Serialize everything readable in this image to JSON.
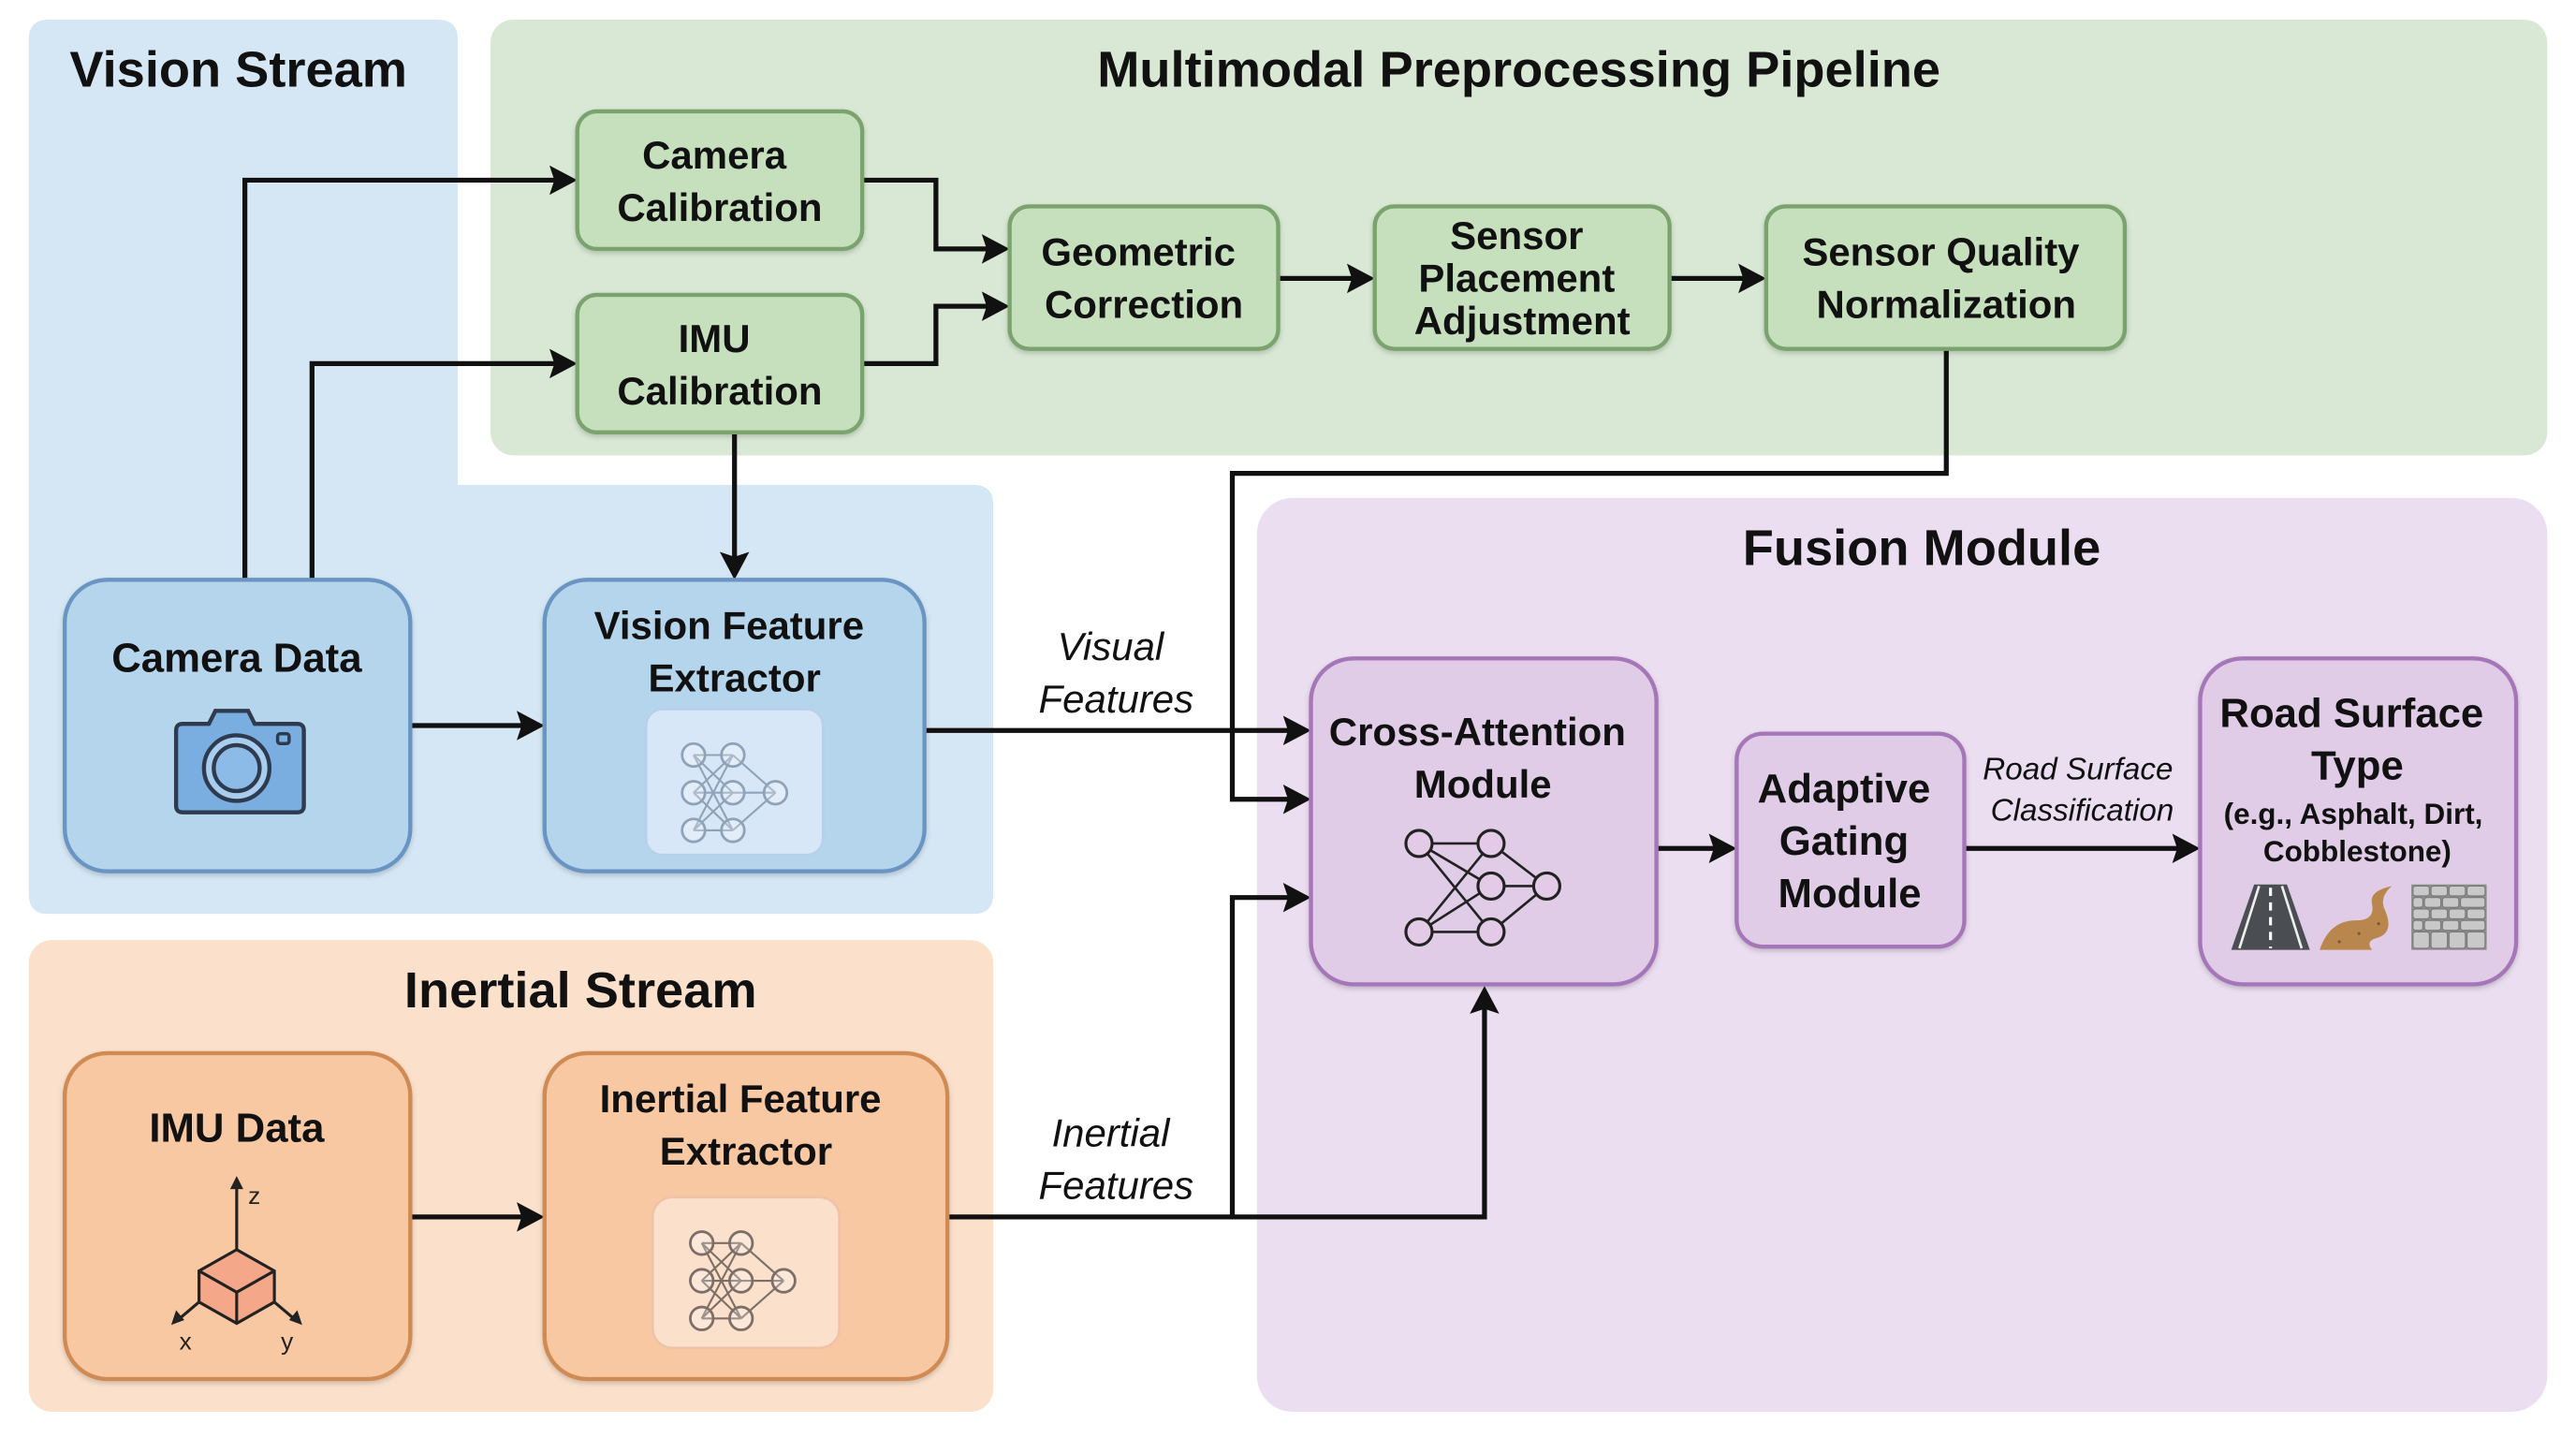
{
  "diagram": {
    "groups": {
      "vision": {
        "title": "Vision Stream",
        "fill": "#d5e7f5"
      },
      "preprocessing": {
        "title": "Multimodal Preprocessing Pipeline",
        "fill": "#d8e8d4"
      },
      "inertial": {
        "title": "Inertial Stream",
        "fill": "#fbe1cc"
      },
      "fusion": {
        "title": "Fusion Module",
        "fill": "#ebdef0"
      }
    },
    "nodes": {
      "camera_calibration": {
        "lines": [
          "Camera",
          "Calibration"
        ],
        "fill": "#c6dfbd",
        "stroke": "#7aa36e"
      },
      "imu_calibration": {
        "lines": [
          "IMU",
          "Calibration"
        ],
        "fill": "#c6dfbd",
        "stroke": "#7aa36e"
      },
      "geometric_correction": {
        "lines": [
          "Geometric",
          "Correction"
        ],
        "fill": "#c6dfbd",
        "stroke": "#7aa36e"
      },
      "sensor_placement": {
        "lines": [
          "Sensor",
          "Placement",
          "Adjustment"
        ],
        "fill": "#c6dfbd",
        "stroke": "#7aa36e"
      },
      "sensor_quality": {
        "lines": [
          "Sensor Quality",
          "Normalization"
        ],
        "fill": "#c6dfbd",
        "stroke": "#7aa36e"
      },
      "camera_data": {
        "lines": [
          "Camera Data"
        ],
        "icon": "camera-icon",
        "fill": "#b5d5ec",
        "stroke": "#6a95c2"
      },
      "vision_feature_extractor": {
        "lines": [
          "Vision Feature",
          "Extractor"
        ],
        "icon": "neural-network-icon",
        "fill": "#b5d5ec",
        "stroke": "#6a95c2"
      },
      "imu_data": {
        "lines": [
          "IMU Data"
        ],
        "icon": "imu-axes-cube-icon",
        "axis_labels": [
          "z",
          "x",
          "y"
        ],
        "fill": "#f7c8a2",
        "stroke": "#d08a52"
      },
      "inertial_feature_extractor": {
        "lines": [
          "Inertial Feature",
          "Extractor"
        ],
        "icon": "neural-network-icon",
        "fill": "#f7c8a2",
        "stroke": "#d08a52"
      },
      "cross_attention": {
        "lines": [
          "Cross-Attention",
          "Module"
        ],
        "icon": "neural-network-icon",
        "fill": "#e0cce6",
        "stroke": "#a577b8"
      },
      "adaptive_gating": {
        "lines": [
          "Adaptive",
          "Gating",
          "Module"
        ],
        "fill": "#e0cce6",
        "stroke": "#a577b8"
      },
      "road_surface_type": {
        "lines": [
          "Road Surface",
          "Type"
        ],
        "sublines": [
          "(e.g., Asphalt, Dirt,",
          "Cobblestone)"
        ],
        "icons": [
          "asphalt-road-icon",
          "dirt-road-icon",
          "cobblestone-icon"
        ],
        "fill": "#e0cce6",
        "stroke": "#a577b8"
      }
    },
    "edge_labels": {
      "visual_features": [
        "Visual",
        "Features"
      ],
      "inertial_features": [
        "Inertial",
        "Features"
      ],
      "road_surface_classification": [
        "Road Surface",
        "Classification"
      ]
    },
    "edges": [
      {
        "from": "camera_data",
        "to": "camera_calibration"
      },
      {
        "from": "camera_data",
        "to": "imu_calibration"
      },
      {
        "from": "camera_calibration",
        "to": "geometric_correction"
      },
      {
        "from": "imu_calibration",
        "to": "geometric_correction"
      },
      {
        "from": "imu_calibration",
        "to": "vision_feature_extractor"
      },
      {
        "from": "geometric_correction",
        "to": "sensor_placement"
      },
      {
        "from": "sensor_placement",
        "to": "sensor_quality"
      },
      {
        "from": "sensor_quality",
        "to": "cross_attention"
      },
      {
        "from": "camera_data",
        "to": "vision_feature_extractor"
      },
      {
        "from": "vision_feature_extractor",
        "to": "cross_attention",
        "label": "Visual Features"
      },
      {
        "from": "imu_data",
        "to": "inertial_feature_extractor"
      },
      {
        "from": "inertial_feature_extractor",
        "to": "cross_attention",
        "label": "Inertial Features"
      },
      {
        "from": "cross_attention",
        "to": "adaptive_gating"
      },
      {
        "from": "adaptive_gating",
        "to": "road_surface_type",
        "label": "Road Surface Classification"
      }
    ]
  }
}
